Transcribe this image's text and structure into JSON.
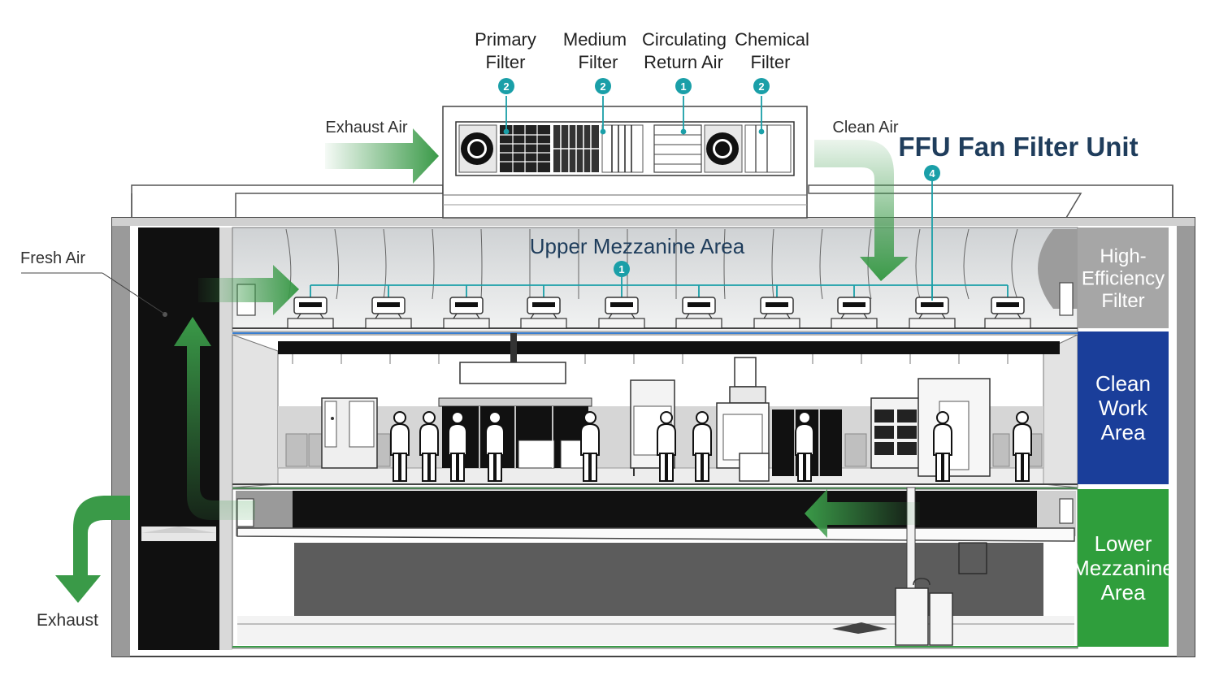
{
  "diagram": {
    "ahu_labels": [
      {
        "line1": "Primary",
        "line2": "Filter",
        "badge": "2"
      },
      {
        "line1": "Medium",
        "line2": "Filter",
        "badge": "2"
      },
      {
        "line1": "Circulating",
        "line2": "Return Air",
        "badge": "1"
      },
      {
        "line1": "Chemical",
        "line2": "Filter",
        "badge": "2"
      }
    ],
    "exhaust_air_label": "Exhaust Air",
    "clean_air_label": "Clean Air",
    "ffu_title": "FFU Fan Filter Unit",
    "ffu_badge": "4",
    "fresh_air_label": "Fresh Air",
    "exhaust_label": "Exhaust",
    "upper_mezzanine_label": "Upper Mezzanine Area",
    "upper_badge": "1",
    "zones": [
      {
        "lines": [
          "High-",
          "Efficiency",
          "Filter"
        ],
        "color": "#a6a6a6"
      },
      {
        "lines": [
          "Clean",
          "Work",
          "Area"
        ],
        "color": "#1a3e9a"
      },
      {
        "lines": [
          "Lower",
          "Mezzanine",
          "Area"
        ],
        "color": "#2f9e3c"
      }
    ],
    "colors": {
      "teal": "#1a9fa8",
      "arrow_green": "#3a9a48",
      "title_navy": "#1f3d5c"
    }
  }
}
